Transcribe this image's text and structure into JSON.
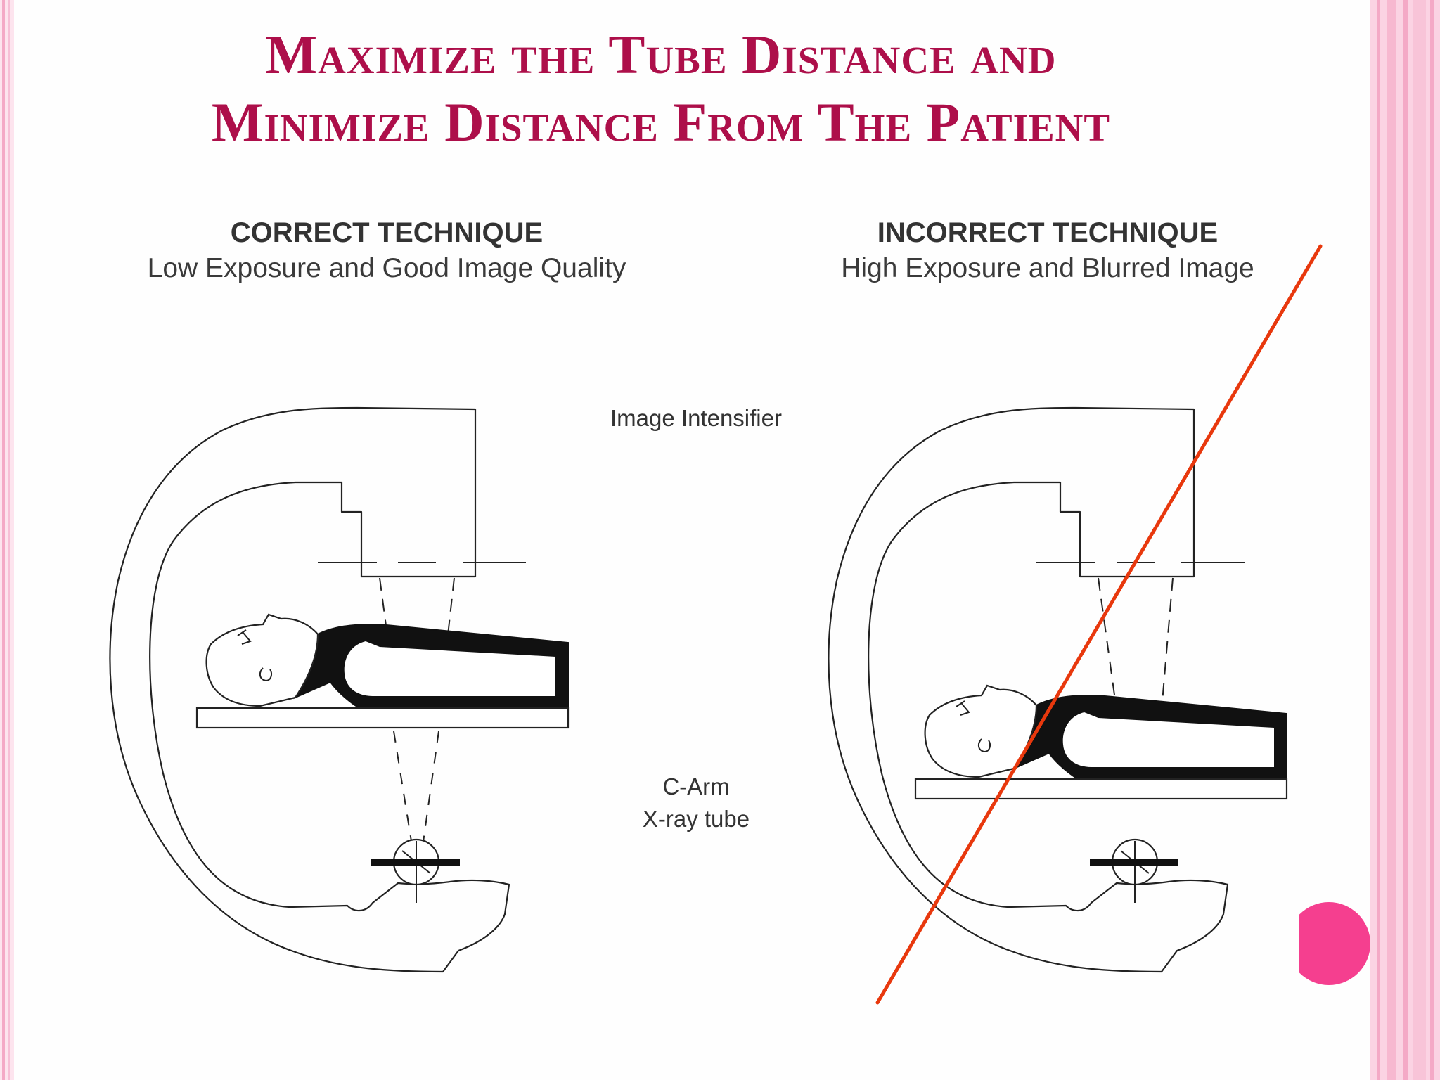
{
  "title": {
    "line1": "Maximize the Tube Distance and",
    "line2": "Minimize Distance From The Patient"
  },
  "correct": {
    "heading": "CORRECT TECHNIQUE",
    "subheading": "Low Exposure and Good Image Quality"
  },
  "incorrect": {
    "heading": "INCORRECT TECHNIQUE",
    "subheading": "High Exposure and Blurred Image"
  },
  "labels": {
    "image_intensifier": "Image Intensifier",
    "c_arm": "C-Arm",
    "xray_tube": "X-ray tube"
  },
  "colors": {
    "title": "#ad0f4a",
    "strike_line": "#e8380d",
    "accent_dot": "#f53f8f",
    "border_pink": "#f4a9c6"
  }
}
